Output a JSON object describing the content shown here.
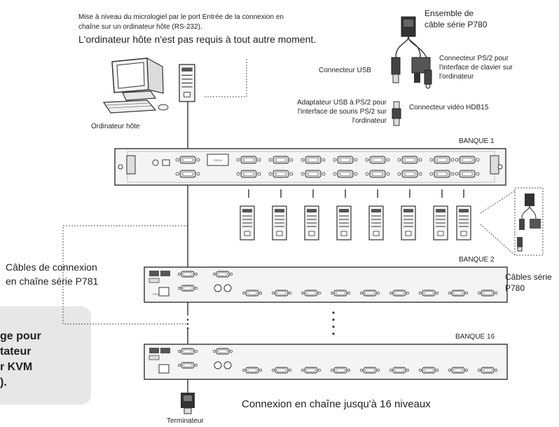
{
  "labels": {
    "firmware_line1": "Mise à niveau du micrologiel par le port Entrée de la connexion en",
    "firmware_line2": "chaîne sur un ordinateur hôte (RS-232).",
    "host_not_required": "L'ordinateur hôte n'est pas requis à tout autre moment.",
    "serial_set_line1": "Ensemble de",
    "serial_set_line2": "câble série P780",
    "usb_connector": "Connecteur USB",
    "ps2_keyboard_line1": "Connecteur PS/2 pour",
    "ps2_keyboard_line2": "l'interface de clavier sur",
    "ps2_keyboard_line3": "l'ordinateur",
    "usb_ps2_adapter_line1": "Adaptateur USB à PS/2 pour",
    "usb_ps2_adapter_line2": "l'interface de souris PS/2 sur",
    "usb_ps2_adapter_line3": "l'ordinateur",
    "video_connector": "Connecteur vidéo HDB15",
    "host_computer": "Ordinateur hôte",
    "bank1": "BANQUE 1",
    "bank2": "BANQUE 2",
    "bank16": "BANQUE 16",
    "daisy_cables_line1": "Câbles de connexion",
    "daisy_cables_line2": "en chaîne série P781",
    "p780_cables_line1": "Câbles série",
    "p780_cables_line2": "P780",
    "daisy_chain_levels": "Connexion en chaîne jusqu'à 16 niveaux",
    "terminator": "Terminateur"
  },
  "callout": {
    "line1": "ge pour",
    "line2": "tateur",
    "line3": "r KVM",
    "line4": ")."
  },
  "colors": {
    "line": "#333333",
    "device_fill": "#f4f4f4",
    "port_fill": "#d9d9d9",
    "callout_bg": "#e7e7e7"
  }
}
